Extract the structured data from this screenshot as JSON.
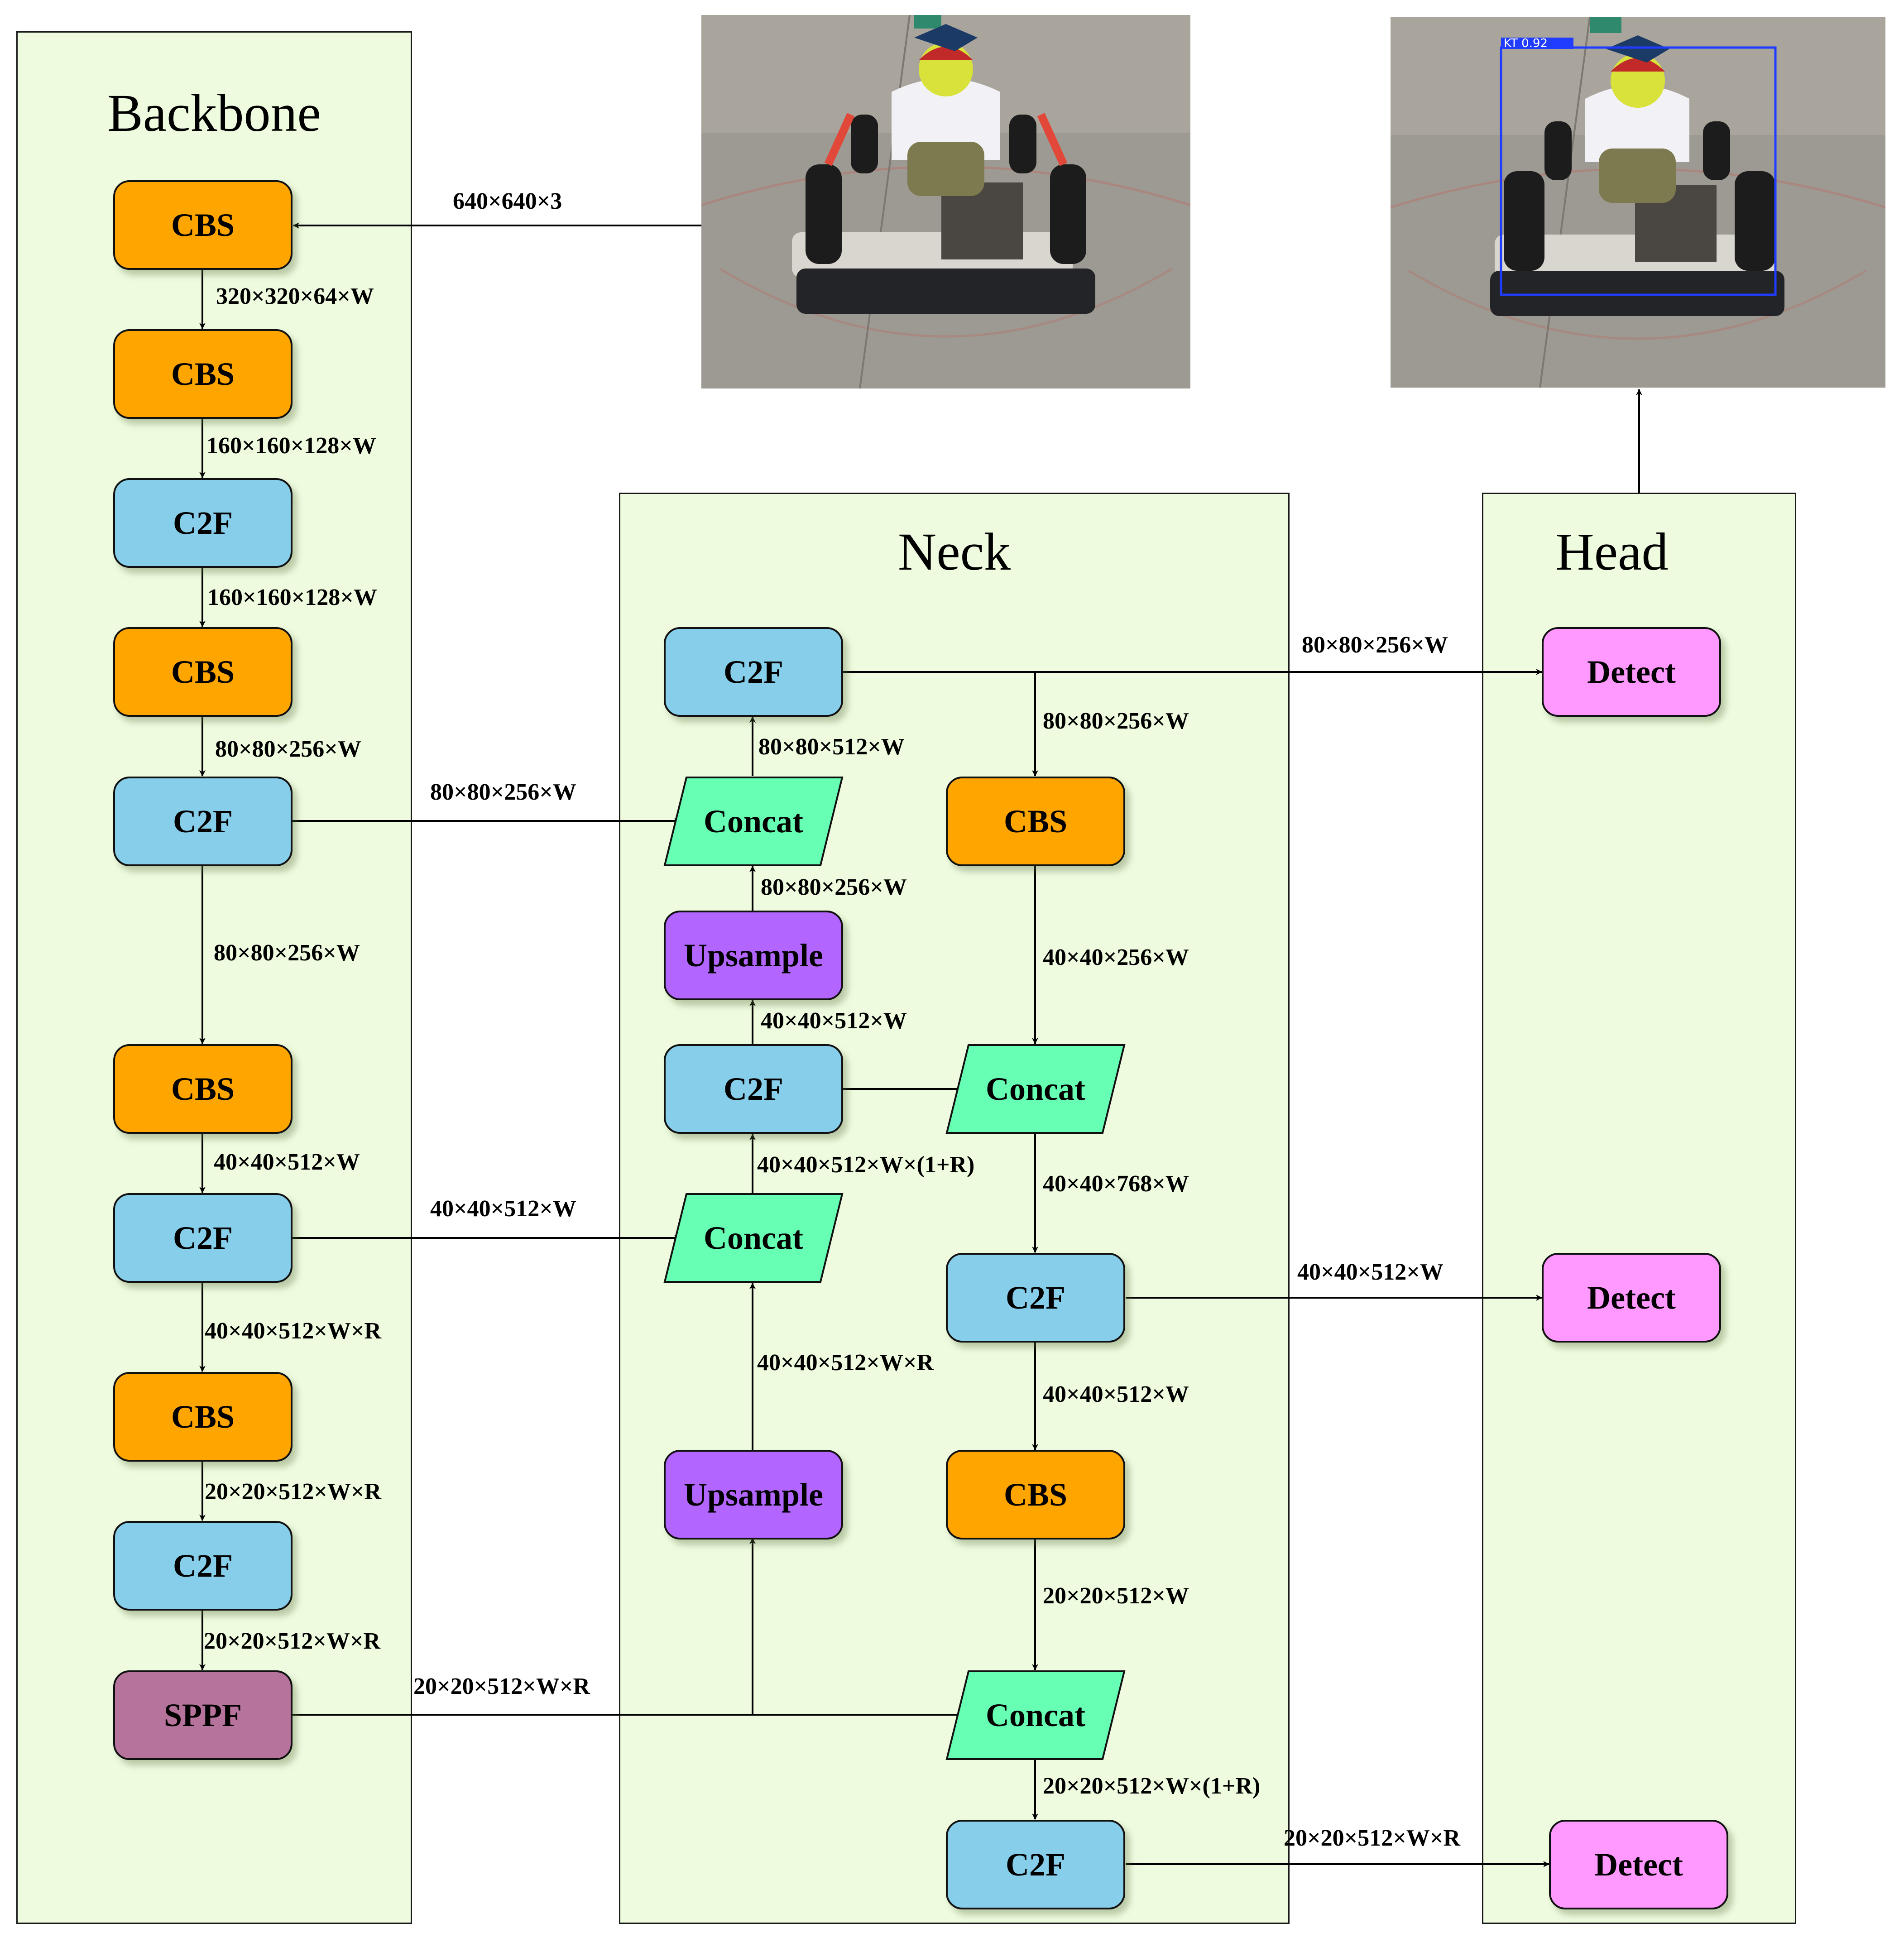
{
  "panels": {
    "backbone": "Backbone",
    "neck": "Neck",
    "head": "Head"
  },
  "input_image": {
    "description": "Rear view of go-kart with helmeted driver on concrete pavement",
    "size_label": "640×640×3"
  },
  "output_image": {
    "description": "Same go-kart image with blue detection bounding box",
    "detection_label": "KT 0.92",
    "box_color": "#1f3cff"
  },
  "backbone": {
    "nodes": [
      {
        "id": "b1",
        "type": "CBS",
        "label": "CBS"
      },
      {
        "id": "b2",
        "type": "CBS",
        "label": "CBS"
      },
      {
        "id": "b3",
        "type": "C2F",
        "label": "C2F"
      },
      {
        "id": "b4",
        "type": "CBS",
        "label": "CBS"
      },
      {
        "id": "b5",
        "type": "C2F",
        "label": "C2F"
      },
      {
        "id": "b6",
        "type": "CBS",
        "label": "CBS"
      },
      {
        "id": "b7",
        "type": "C2F",
        "label": "C2F"
      },
      {
        "id": "b8",
        "type": "CBS",
        "label": "CBS"
      },
      {
        "id": "b9",
        "type": "C2F",
        "label": "C2F"
      },
      {
        "id": "b10",
        "type": "SPPF",
        "label": "SPPF"
      }
    ],
    "edges": [
      "320×320×64×W",
      "160×160×128×W",
      "160×160×128×W",
      "80×80×256×W",
      "80×80×256×W",
      "40×40×512×W",
      "40×40×512×W×R",
      "20×20×512×W×R",
      "20×20×512×W×R"
    ]
  },
  "neck": {
    "nodes": {
      "n_c2f_top": "C2F",
      "n_concat1": "Concat",
      "n_ups1": "Upsample",
      "n_c2f_mid": "C2F",
      "n_concat2": "Concat",
      "n_ups2": "Upsample",
      "n_cbs1": "CBS",
      "n_concat3": "Concat",
      "n_c2f_r1": "C2F",
      "n_cbs2": "CBS",
      "n_concat4": "Concat",
      "n_c2f_r2": "C2F"
    },
    "edges": {
      "b5_to_concat1": "80×80×256×W",
      "concat1_to_c2f_top": "80×80×512×W",
      "ups1_to_concat1": "80×80×256×W",
      "c2f_mid_to_ups1": "40×40×512×W",
      "concat2_to_c2f_mid": "40×40×512×W×(1+R)",
      "b7_to_concat2": "40×40×512×W",
      "ups2_to_concat2": "40×40×512×W×R",
      "sppf_out": "20×20×512×W×R",
      "c2f_top_to_cbs1": "80×80×256×W",
      "cbs1_to_concat3": "40×40×256×W",
      "concat3_to_c2f_r1": "40×40×768×W",
      "c2f_r1_to_cbs2": "40×40×512×W",
      "cbs2_to_concat4": "20×20×512×W",
      "concat4_to_c2f_r2": "20×20×512×W×(1+R)"
    }
  },
  "head": {
    "detect_labels": [
      "Detect",
      "Detect",
      "Detect"
    ],
    "edges": [
      "80×80×256×W",
      "40×40×512×W",
      "20×20×512×W×R"
    ]
  },
  "colors": {
    "panel_bg": "#eefbdf",
    "cbs": "#ffa500",
    "c2f": "#87ceeb",
    "upsample": "#b266ff",
    "sppf": "#b6739b",
    "detect": "#ff99ff",
    "concat": "#66ffb3"
  }
}
